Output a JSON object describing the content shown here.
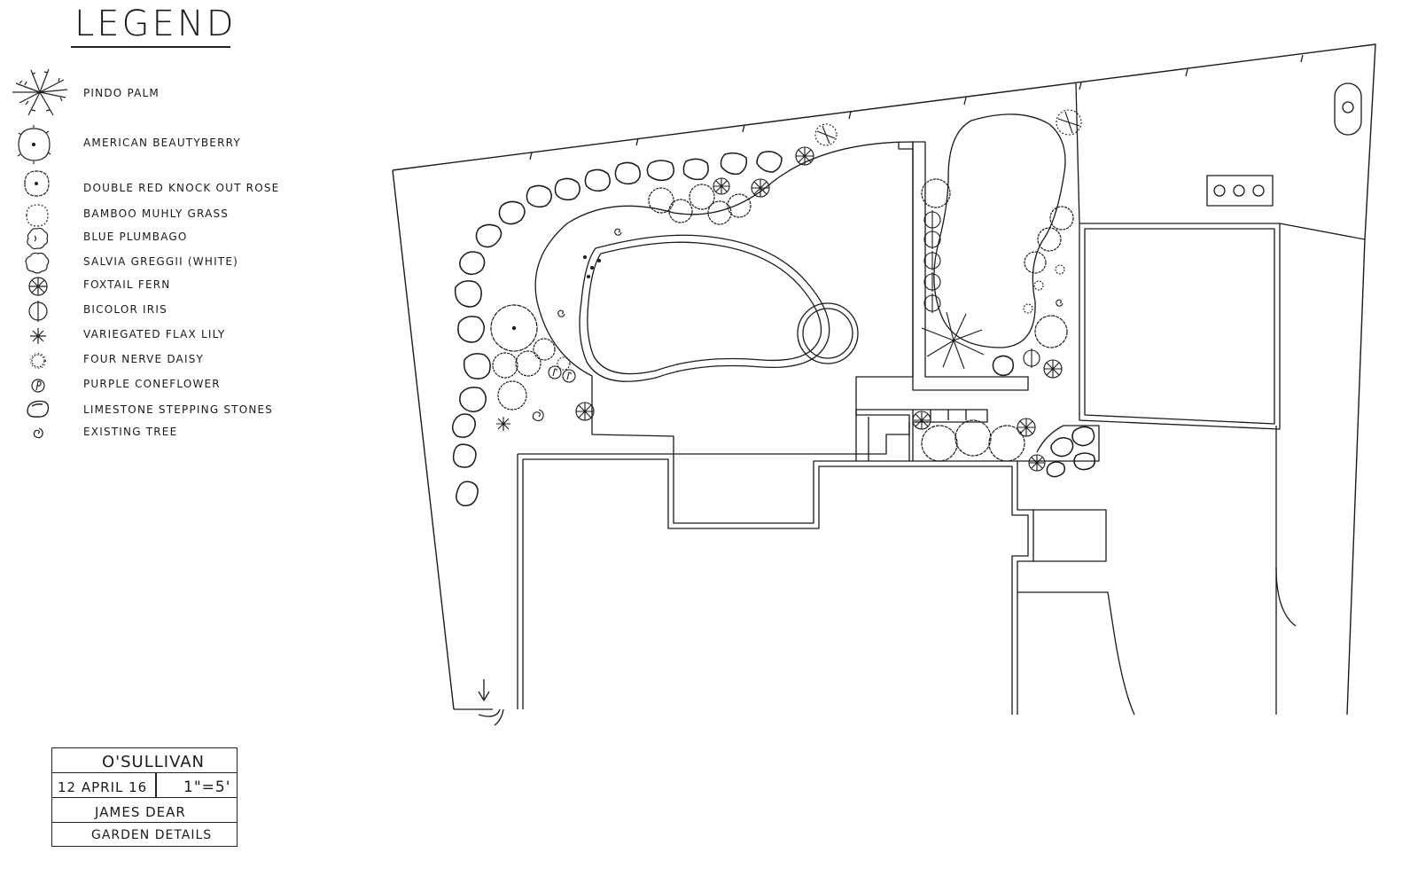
{
  "legend": {
    "title": "LEGEND",
    "items": [
      {
        "label": "Pindo Palm",
        "icon": "pindo-palm-icon"
      },
      {
        "label": "American Beautyberry",
        "icon": "american-beautyberry-icon"
      },
      {
        "label": "Double Red Knock out Rose",
        "icon": "double-red-knockout-rose-icon"
      },
      {
        "label": "Bamboo Muhly Grass",
        "icon": "bamboo-muhly-grass-icon"
      },
      {
        "label": "Blue Plumbago",
        "icon": "blue-plumbago-icon"
      },
      {
        "label": "Salvia Greggii (White)",
        "icon": "salvia-greggii-icon"
      },
      {
        "label": "Foxtail Fern",
        "icon": "foxtail-fern-icon"
      },
      {
        "label": "Bicolor Iris",
        "icon": "bicolor-iris-icon"
      },
      {
        "label": "Variegated Flax Lily",
        "icon": "variegated-flax-lily-icon"
      },
      {
        "label": "Four Nerve Daisy",
        "icon": "four-nerve-daisy-icon"
      },
      {
        "label": "Purple Coneflower",
        "icon": "purple-coneflower-icon"
      },
      {
        "label": "Limestone Stepping Stones",
        "icon": "limestone-stepping-stone-icon"
      },
      {
        "label": "Existing Tree",
        "icon": "existing-tree-icon"
      }
    ]
  },
  "title_block": {
    "client": "O'Sullivan",
    "date": "12 April 16",
    "scale": "1\"=5'",
    "drawn_by": "James Dear",
    "sheet_title": "Garden Details"
  },
  "colors": {
    "ink": "#1a1a1a",
    "paper": "#ffffff"
  }
}
